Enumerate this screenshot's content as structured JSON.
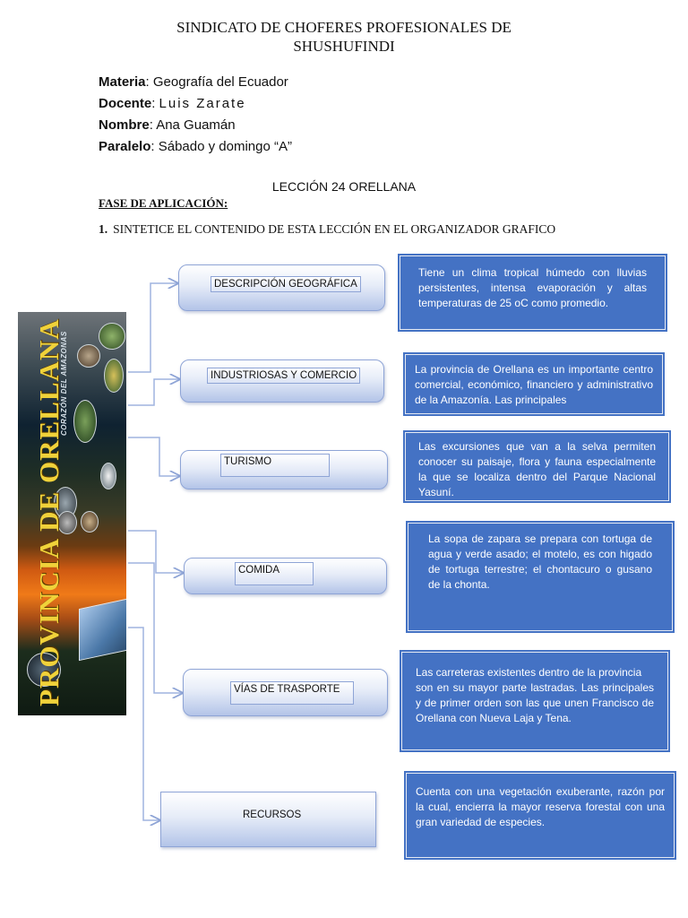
{
  "header": {
    "title_line1": "SINDICATO DE CHOFERES PROFESIONALES DE",
    "title_line2": "SHUSHUFINDI"
  },
  "fields": [
    {
      "label": "Materia",
      "value": "Geografía del Ecuador"
    },
    {
      "label": "Docente",
      "value": "Luis Zarate"
    },
    {
      "label": "Nombre",
      "value": "Ana Guamán"
    },
    {
      "label": "Paralelo",
      "value": "Sábado y domingo  “A”"
    }
  ],
  "lesson": "LECCIÓN 24 ORELLANA",
  "phase": "FASE DE APLICACIÓN:",
  "instruction": {
    "number": "1.",
    "text": "SINTETICE EL CONTENIDO DE ESTA LECCIÓN EN EL ORGANIZADOR GRAFICO"
  },
  "banner": {
    "title": "PROVINCIA DE ORELLANA",
    "subtitle": "CORAZÓN DEL AMAZONAS"
  },
  "organizer": [
    {
      "category": "DESCRIPCIÓN GEOGRÁFICA",
      "text": "Tiene un clima tropical húmedo con lluvias persistentes, intensa evaporación y altas temperaturas de 25 oC como promedio."
    },
    {
      "category": "INDUSTRIOSAS Y COMERCIO",
      "text": "La provincia de Orellana es un importante centro comercial, económico, financiero y administrativo de la Amazonía. Las principales"
    },
    {
      "category": "TURISMO",
      "text": "Las excursiones que van a la selva permiten conocer su paisaje, flora y fauna especialmente la que se localiza dentro del Parque Nacional Yasuní."
    },
    {
      "category": "COMIDA",
      "text": "La sopa de zapara se prepara con tortuga de agua y verde asado; el motelo, es con higado de tortuga terrestre; el chontacuro o gusano de la chonta."
    },
    {
      "category": "VÍAS DE TRASPORTE",
      "text_line1": "Las carreteras existentes dentro de la provincia",
      "text_line2": "son en su mayor parte lastradas. Las principales y de primer orden son las que unen Francisco de Orellana con Nueva Laja y Tena."
    },
    {
      "category": "RECURSOS",
      "text": "Cuenta con una vegetación exuberante, razón por la cual, encierra la mayor reserva forestal con una gran variedad de especies."
    }
  ]
}
